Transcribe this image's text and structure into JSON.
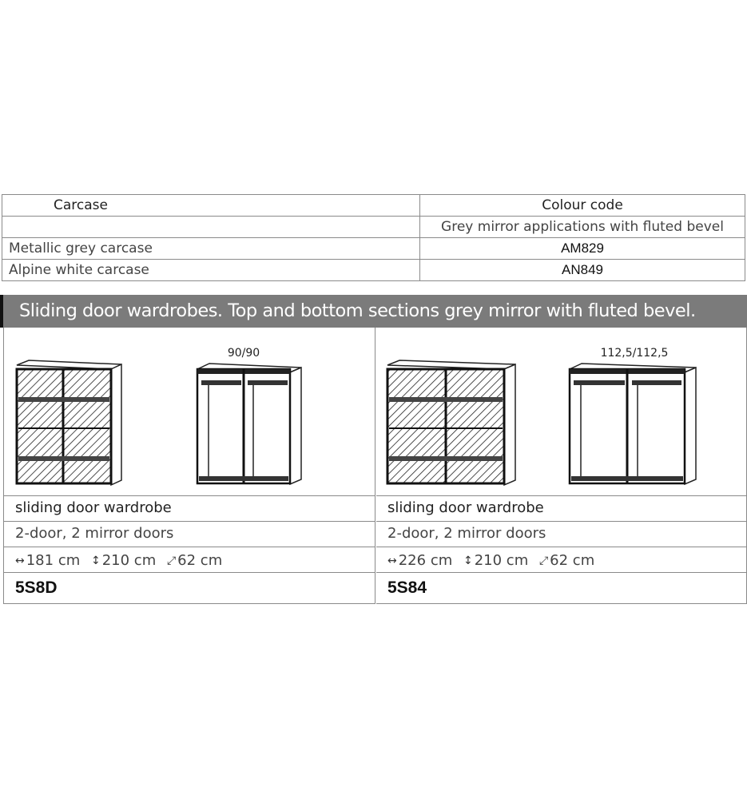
{
  "colour_table": {
    "header": {
      "carcase": "Carcase",
      "colour_code": "Colour code"
    },
    "subheader": {
      "carcase": "",
      "colour_code": "Grey mirror applications with fluted bevel"
    },
    "rows": [
      {
        "carcase": "Metallic grey carcase",
        "code": "AM829"
      },
      {
        "carcase": "Alpine white carcase",
        "code": "AN849"
      }
    ]
  },
  "banner": {
    "title": "Sliding door wardrobes. Top and bottom sections grey mirror with fluted bevel.",
    "bg_color": "#7b7b7b"
  },
  "products": [
    {
      "interior_caption": "90/90",
      "type": "sliding door wardrobe",
      "doors": "2-door, 2 mirror doors",
      "width_icon": "width-arrow-icon",
      "width": "181 cm",
      "height_icon": "height-arrow-icon",
      "height": "210 cm",
      "depth_icon": "depth-arrow-icon",
      "depth": "62 cm",
      "code": "5S8D"
    },
    {
      "interior_caption": "112,5/112,5",
      "type": "sliding door wardrobe",
      "doors": "2-door, 2 mirror doors",
      "width_icon": "width-arrow-icon",
      "width": "226 cm",
      "height_icon": "height-arrow-icon",
      "height": "210 cm",
      "depth_icon": "depth-arrow-icon",
      "depth": "62 cm",
      "code": "5S84"
    }
  ]
}
